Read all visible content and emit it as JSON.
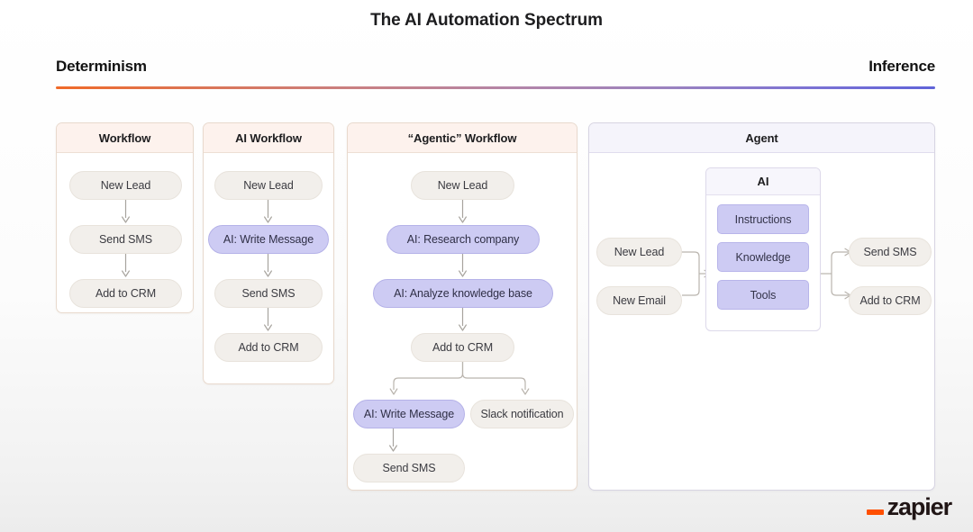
{
  "slide": {
    "title": "The AI Automation Spectrum"
  },
  "spectrum": {
    "left_label": "Determinism",
    "right_label": "Inference",
    "gradient_start": "#f06a28",
    "gradient_mid": "#b385a8",
    "gradient_end": "#5f63d8"
  },
  "panels": {
    "workflow": {
      "title": "Workflow",
      "nodes": [
        {
          "label": "New Lead",
          "kind": "plain"
        },
        {
          "label": "Send SMS",
          "kind": "plain"
        },
        {
          "label": "Add to CRM",
          "kind": "plain"
        }
      ]
    },
    "ai_workflow": {
      "title": "AI Workflow",
      "nodes": [
        {
          "label": "New Lead",
          "kind": "plain"
        },
        {
          "label": "AI: Write Message",
          "kind": "ai"
        },
        {
          "label": "Send SMS",
          "kind": "plain"
        },
        {
          "label": "Add to CRM",
          "kind": "plain"
        }
      ]
    },
    "agentic_workflow": {
      "title": "“Agentic” Workflow",
      "nodes": [
        {
          "label": "New Lead",
          "kind": "plain"
        },
        {
          "label": "AI: Research company",
          "kind": "ai"
        },
        {
          "label": "AI: Analyze knowledge base",
          "kind": "ai"
        },
        {
          "label": "Add to CRM",
          "kind": "plain"
        },
        {
          "label": "AI: Write Message",
          "kind": "ai"
        },
        {
          "label": "Slack notification",
          "kind": "plain"
        },
        {
          "label": "Send SMS",
          "kind": "plain"
        }
      ]
    },
    "agent": {
      "title": "Agent",
      "inputs": [
        {
          "label": "New Lead",
          "kind": "plain"
        },
        {
          "label": "New Email",
          "kind": "plain"
        }
      ],
      "ai_box": {
        "title": "AI",
        "chips": [
          {
            "label": "Instructions"
          },
          {
            "label": "Knowledge"
          },
          {
            "label": "Tools"
          }
        ]
      },
      "outputs": [
        {
          "label": "Send SMS",
          "kind": "plain"
        },
        {
          "label": "Add to CRM",
          "kind": "plain"
        }
      ]
    }
  },
  "colors": {
    "node_plain_bg": "#f2efeb",
    "node_ai_bg": "#cdcbf3",
    "panel_warm_header": "#fdf2ed",
    "panel_cool_header": "#f5f4fb",
    "brand_orange": "#ff4f00"
  },
  "footer": {
    "logo_text": "zapier"
  }
}
